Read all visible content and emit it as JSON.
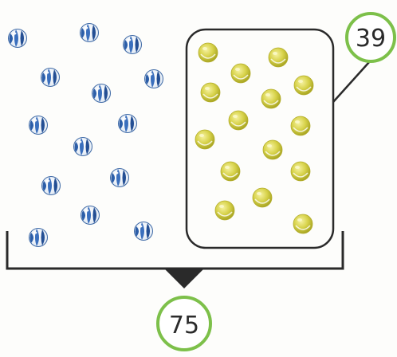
{
  "diagram": {
    "total": {
      "label": "75",
      "ring_color": "#7dc04a"
    },
    "boxed_group": {
      "label": "39",
      "ring_color": "#7dc04a",
      "marble_color": "yellow"
    },
    "loose_group": {
      "marble_color": "blue"
    },
    "bracket_color": "#2a2a2a"
  }
}
